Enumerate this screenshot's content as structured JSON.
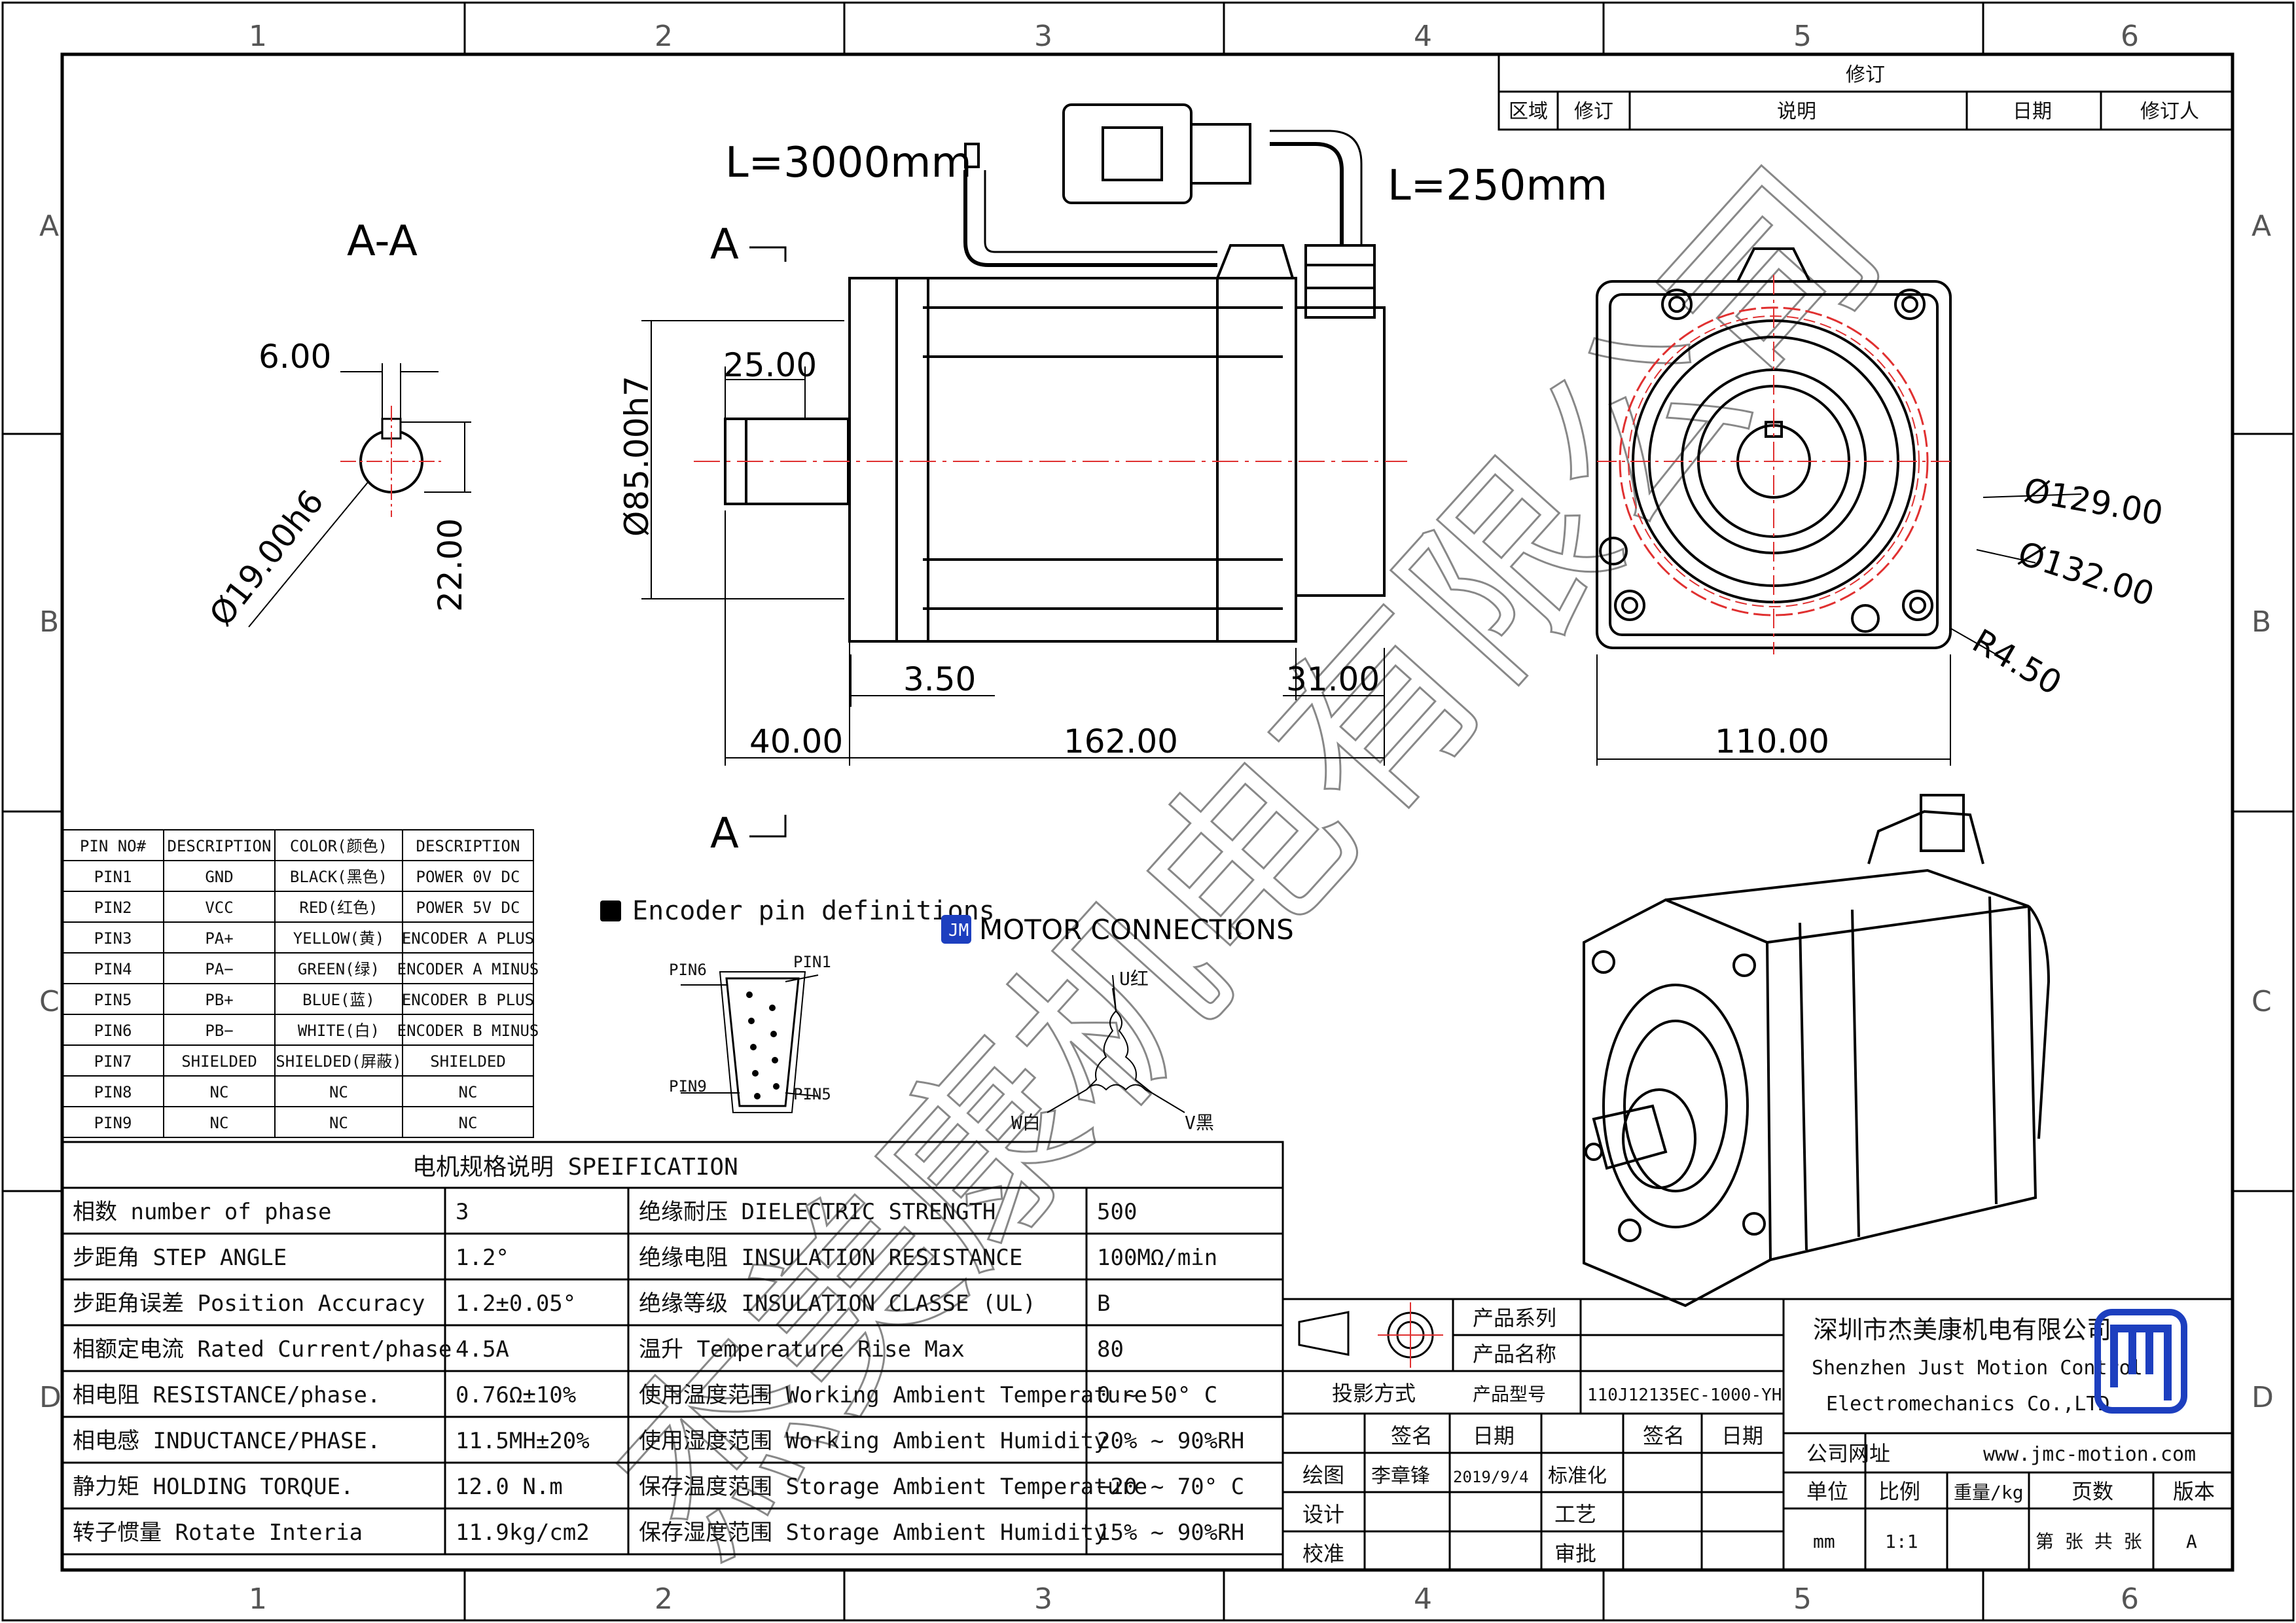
{
  "zones": {
    "columns": [
      "1",
      "2",
      "3",
      "4",
      "5",
      "6"
    ],
    "rows": [
      "A",
      "B",
      "C",
      "D"
    ]
  },
  "revision": {
    "title": "修订",
    "headers": [
      "区域",
      "修订",
      "说明",
      "日期",
      "修订人"
    ]
  },
  "views": {
    "section_title": "A-A",
    "section_marker": "A",
    "cable_length_left": "L=3000mm",
    "cable_length_right": "L=250mm",
    "key_width": "6.00",
    "shaft_diameter": "Ø19.00h6",
    "key_depth": "22.00",
    "shaft_length": "25.00",
    "pilot_diameter": "Ø85.00h7",
    "pilot_depth": "3.50",
    "connector_length": "31.00",
    "shaft_total": "40.00",
    "body_length": "162.00",
    "bolt_circle_1": "Ø129.00",
    "bolt_circle_2": "Ø132.00",
    "corner_radius": "R4.50",
    "flange_size": "110.00"
  },
  "pin_table": {
    "headers": [
      "PIN NO#",
      "DESCRIPTION",
      "COLOR(颜色)",
      "DESCRIPTION"
    ],
    "rows": [
      [
        "PIN1",
        "GND",
        "BLACK(黑色)",
        "POWER 0V DC"
      ],
      [
        "PIN2",
        "VCC",
        "RED(红色)",
        "POWER 5V DC"
      ],
      [
        "PIN3",
        "PA+",
        "YELLOW(黄)",
        "ENCODER A PLUS"
      ],
      [
        "PIN4",
        "PA−",
        "GREEN(绿)",
        "ENCODER A MINUS"
      ],
      [
        "PIN5",
        "PB+",
        "BLUE(蓝)",
        "ENCODER B PLUS"
      ],
      [
        "PIN6",
        "PB−",
        "WHITE(白)",
        "ENCODER B MINUS"
      ],
      [
        "PIN7",
        "SHIELDED",
        "SHIELDED(屏蔽)",
        "SHIELDED"
      ],
      [
        "PIN8",
        "NC",
        "NC",
        "NC"
      ],
      [
        "PIN9",
        "NC",
        "NC",
        "NC"
      ]
    ]
  },
  "encoder": {
    "title": "Encoder pin definitions",
    "pin6": "PIN6",
    "pin1": "PIN1",
    "pin9": "PIN9",
    "pin5": "PIN5"
  },
  "motor_conn": {
    "title": "MOTOR CONNECTIONS",
    "u": "U红",
    "w": "W白",
    "v": "V黑"
  },
  "spec": {
    "title": "电机规格说明 SPEIFICATION",
    "rows": [
      [
        "相数 number of phase",
        "3",
        "绝缘耐压 DIELECTRIC STRENGTH",
        "500"
      ],
      [
        "步距角 STEP ANGLE",
        "1.2°",
        "绝缘电阻 INSULATION RESISTANCE",
        "100MΩ/min"
      ],
      [
        "步距角误差 Position Accuracy",
        "1.2±0.05°",
        "绝缘等级 INSULATION CLASSE (UL)",
        "B"
      ],
      [
        "相额定电流 Rated Current/phase",
        "4.5A",
        "温升 Temperature Rise Max",
        "80"
      ],
      [
        "相电阻 RESISTANCE/phase.",
        "0.76Ω±10%",
        "使用温度范围 Working Ambient Temperature",
        "0 ~ 50° C"
      ],
      [
        "相电感 INDUCTANCE/PHASE.",
        "11.5MH±20%",
        "使用湿度范围 Working Ambient Humidity",
        "20% ~ 90%RH"
      ],
      [
        "静力矩 HOLDING TORQUE.",
        "12.0 N.m",
        "保存温度范围 Storage Ambient Temperature",
        "−20 ~ 70° C"
      ],
      [
        "转子惯量 Rotate Interia",
        "11.9kg/cm2",
        "保存湿度范围 Storage Ambient Humidity",
        "15% ~ 90%RH"
      ]
    ]
  },
  "titleblock": {
    "series_label": "产品系列",
    "name_label": "产品名称",
    "model_label": "产品型号",
    "model": "110J12135EC-1000-YH",
    "projection": "投影方式",
    "sign": "签名",
    "date": "日期",
    "drawn": "绘图",
    "drawn_by": "李章锋",
    "drawn_date": "2019/9/4",
    "design": "设计",
    "check": "校准",
    "standard": "标准化",
    "craft": "工艺",
    "approve": "审批",
    "company_cn": "深圳市杰美康机电有限公司",
    "company_en1": "Shenzhen Just Motion Control",
    "company_en2": "Electromechanics Co.,LTD",
    "website_label": "公司网址",
    "website": "www.jmc-motion.com",
    "unit_label": "单位",
    "scale_label": "比例",
    "weight_label": "重量/kg",
    "pages_label": "页数",
    "version_label": "版本",
    "unit": "mm",
    "scale": "1:1",
    "pages": "第 张 共 张",
    "version": "A"
  },
  "watermark": "杰美康机电有限公司",
  "colors": {
    "line": "#111111",
    "center": "#e03030",
    "logo": "#1d3fbf"
  }
}
